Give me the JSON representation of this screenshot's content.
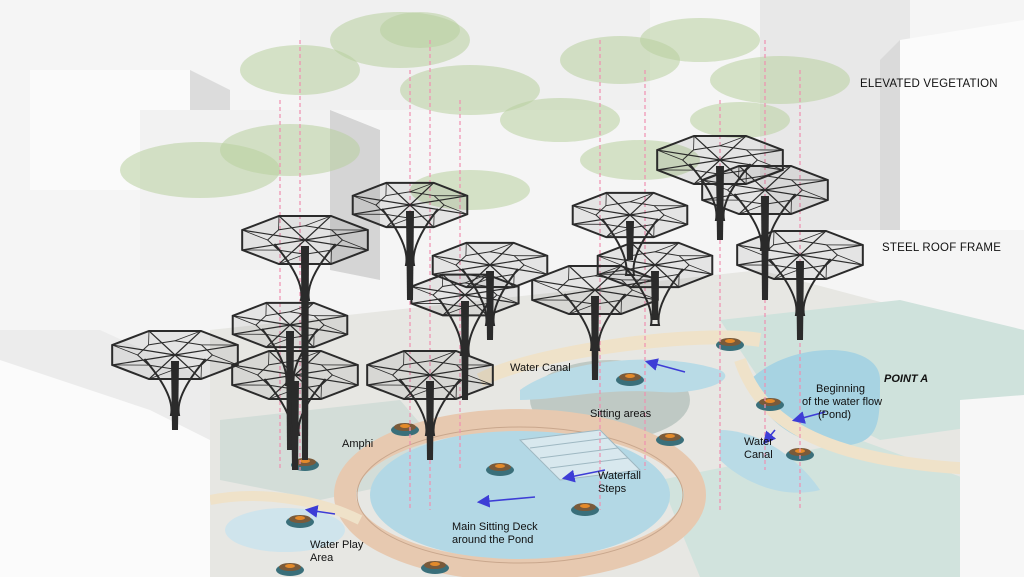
{
  "labels": {
    "elevated_vegetation": "ELEVATED VEGETATION",
    "steel_roof_frame": "STEEL ROOF FRAME",
    "point_a": "POINT A",
    "beginning_line1": "Beginning",
    "beginning_line2": "of the water flow",
    "beginning_line3": "(Pond)",
    "water_canal_top": "Water Canal",
    "sitting_areas": "Sitting areas",
    "amphi": "Amphi",
    "water_canal_right_1": "Water",
    "water_canal_right_2": "Canal",
    "waterfall_1": "Waterfall",
    "waterfall_2": "Steps",
    "main_deck_1": "Main Sitting Deck",
    "main_deck_2": "around the Pond",
    "water_play_1": "Water Play",
    "water_play_2": "Area"
  },
  "colors": {
    "building": "#ffffff",
    "building_shade": "#d9d9d9",
    "ground": "#e9e9e6",
    "water": "#bcdce6",
    "deck": "#e6c7ae",
    "lawn": "#c9d8d2",
    "frame": "#2b2b2b",
    "foliage": "#b8cf9f",
    "guide_line": "#f08fb0",
    "arrow": "#3d3dd6",
    "planter": "#3a6f7a"
  }
}
